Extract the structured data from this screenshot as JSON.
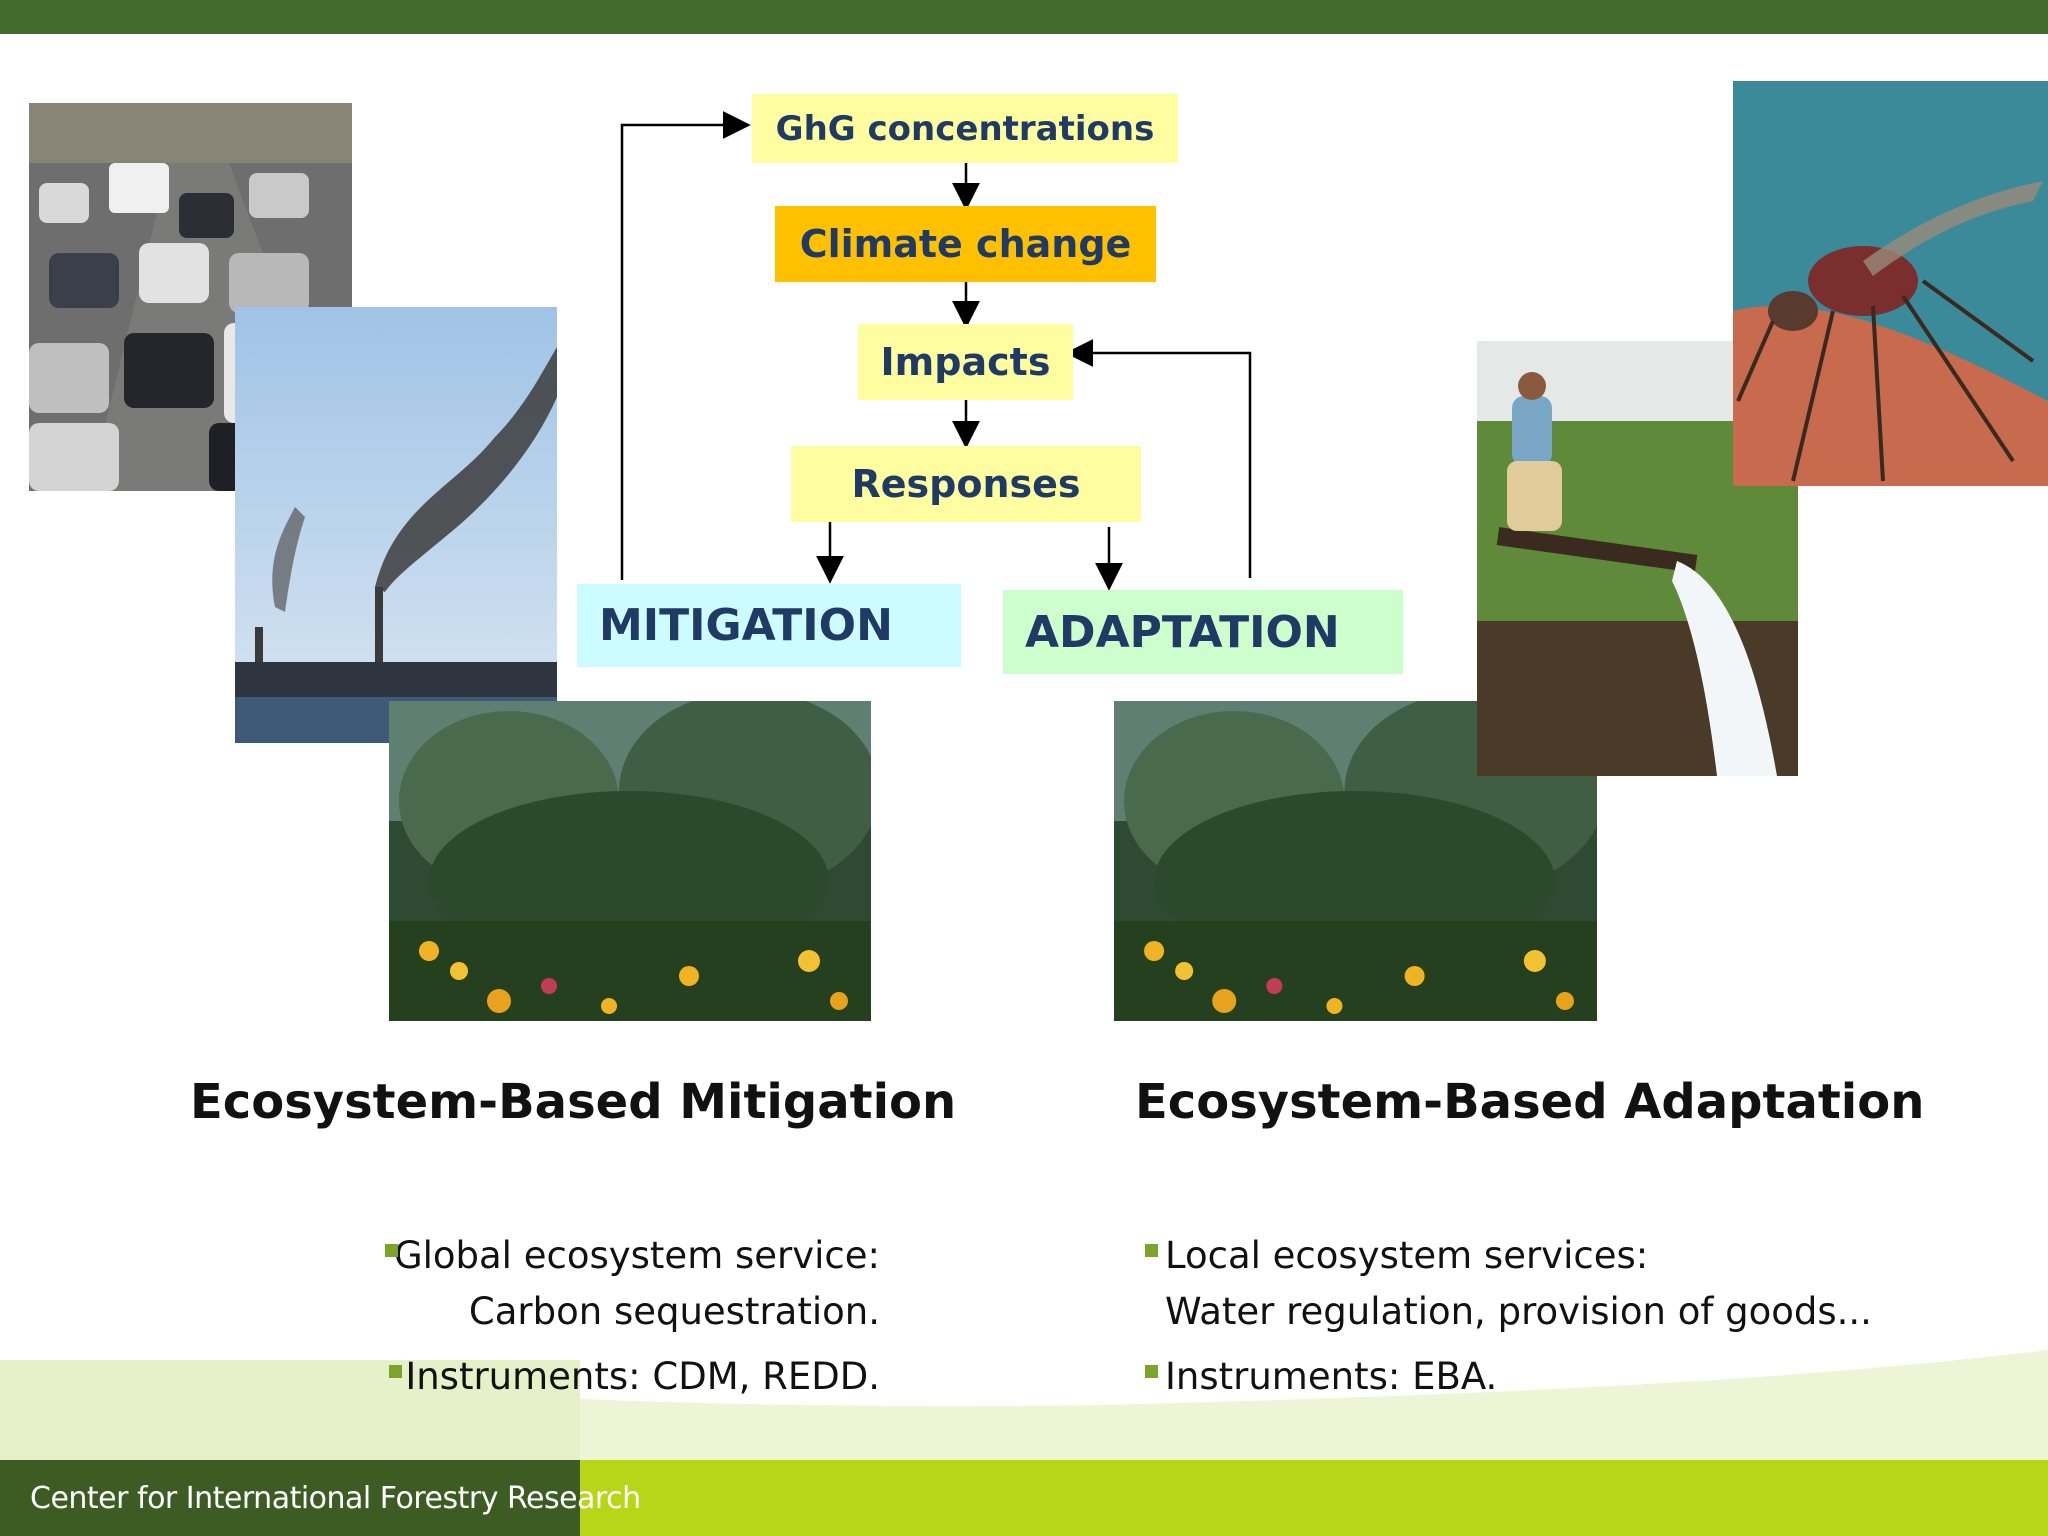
{
  "flow": {
    "ghg": "GhG concentrations",
    "climate": "Climate change",
    "impacts": "Impacts",
    "responses": "Responses",
    "mitigation": "MITIGATION",
    "adaptation": "ADAPTATION"
  },
  "headings": {
    "mitigation": "Ecosystem-Based Mitigation",
    "adaptation": "Ecosystem-Based Adaptation"
  },
  "mitigation_bullets": {
    "b1_line1": "Global ecosystem service:",
    "b1_line2": "Carbon sequestration.",
    "b2": "Instruments: CDM, REDD."
  },
  "adaptation_bullets": {
    "b1_line1": "Local ecosystem services:",
    "b1_line2": "Water regulation, provision of goods...",
    "b2": "Instruments: EBA."
  },
  "footer": {
    "org": "Center for International Forestry Research"
  },
  "colors": {
    "top_bar": "#456a2e",
    "footer_dark": "#3d5c24",
    "footer_light": "#b6d617",
    "box_yellow": "#fefda0",
    "box_orange": "#ffc000",
    "box_cyan": "#ccfcff",
    "box_green": "#ccffcc",
    "box_text": "#1f3a64"
  }
}
